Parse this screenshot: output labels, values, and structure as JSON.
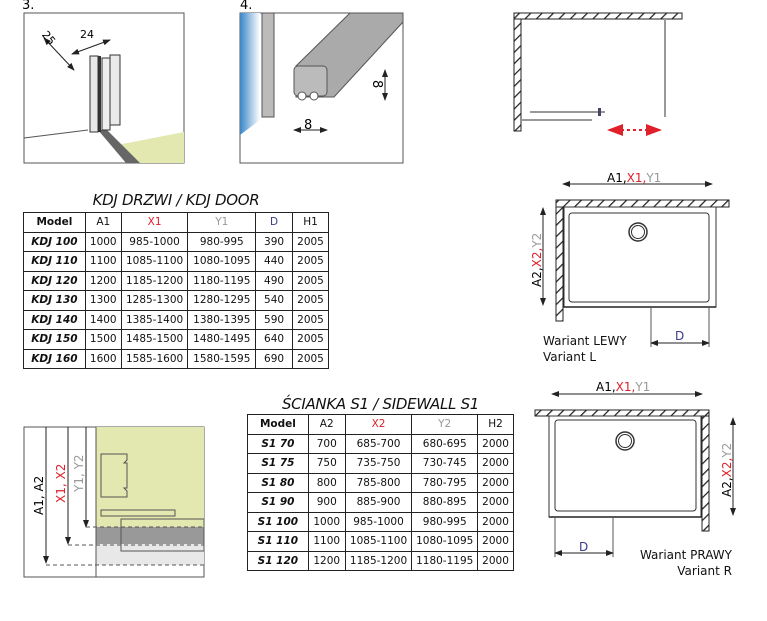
{
  "figures": {
    "fig3": {
      "number": "3.",
      "dim_depth": "25",
      "dim_width": "24"
    },
    "fig4": {
      "number": "4.",
      "dim_height": "8",
      "dim_width": "8"
    },
    "detail": {
      "label_a": "A1, A2",
      "label_x": "X1, X2",
      "label_y": "Y1, Y2"
    }
  },
  "plan_left": {
    "dim_top": {
      "a": "A1,",
      "x": "X1,",
      "y": "Y1"
    },
    "dim_side": {
      "a": "A2,",
      "x": "X2,",
      "y": "Y2"
    },
    "dim_d": "D",
    "variant_pl": "Wariant LEWY",
    "variant_en": "Variant L"
  },
  "plan_right": {
    "dim_top": {
      "a": "A1,",
      "x": "X1,",
      "y": "Y1"
    },
    "dim_side": {
      "a": "A2,",
      "x": "X2,",
      "y": "Y2"
    },
    "dim_d": "D",
    "variant_pl": "Wariant PRAWY",
    "variant_en": "Variant R"
  },
  "door_table": {
    "title": "KDJ DRZWI / KDJ DOOR",
    "headers": [
      "Model",
      "A1",
      "X1",
      "Y1",
      "D",
      "H1"
    ],
    "rows": [
      [
        "KDJ 100",
        "1000",
        "985-1000",
        "980-995",
        "390",
        "2005"
      ],
      [
        "KDJ 110",
        "1100",
        "1085-1100",
        "1080-1095",
        "440",
        "2005"
      ],
      [
        "KDJ 120",
        "1200",
        "1185-1200",
        "1180-1195",
        "490",
        "2005"
      ],
      [
        "KDJ 130",
        "1300",
        "1285-1300",
        "1280-1295",
        "540",
        "2005"
      ],
      [
        "KDJ 140",
        "1400",
        "1385-1400",
        "1380-1395",
        "590",
        "2005"
      ],
      [
        "KDJ 150",
        "1500",
        "1485-1500",
        "1480-1495",
        "640",
        "2005"
      ],
      [
        "KDJ 160",
        "1600",
        "1585-1600",
        "1580-1595",
        "690",
        "2005"
      ]
    ]
  },
  "sidewall_table": {
    "title": "ŚCIANKA S1 / SIDEWALL S1",
    "headers": [
      "Model",
      "A2",
      "X2",
      "Y2",
      "H2"
    ],
    "rows": [
      [
        "S1 70",
        "700",
        "685-700",
        "680-695",
        "2000"
      ],
      [
        "S1 75",
        "750",
        "735-750",
        "730-745",
        "2000"
      ],
      [
        "S1 80",
        "800",
        "785-800",
        "780-795",
        "2000"
      ],
      [
        "S1 90",
        "900",
        "885-900",
        "880-895",
        "2000"
      ],
      [
        "S1 100",
        "1000",
        "985-1000",
        "980-995",
        "2000"
      ],
      [
        "S1 110",
        "1100",
        "1085-1100",
        "1080-1095",
        "2000"
      ],
      [
        "S1 120",
        "1200",
        "1185-1200",
        "1180-1195",
        "2000"
      ]
    ]
  },
  "colors": {
    "red": "#e0202a",
    "grey": "#999999",
    "floor": "#e2e8b0"
  }
}
